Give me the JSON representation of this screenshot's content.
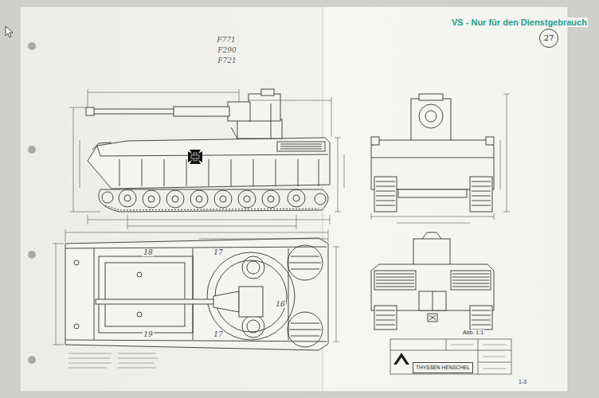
{
  "diagram": {
    "nodes": [
      {
        "text": [
          "27"
        ]
      },
      {
        "text": [
          "THYSSEN HENSCHEL"
        ]
      }
    ],
    "labels": [
      "VS - Nur für den Dienstgebrauch",
      "F771",
      "F290",
      "F721",
      "18",
      "17",
      "16",
      "19",
      "17",
      "Abb. 1:1",
      "1-3"
    ]
  }
}
